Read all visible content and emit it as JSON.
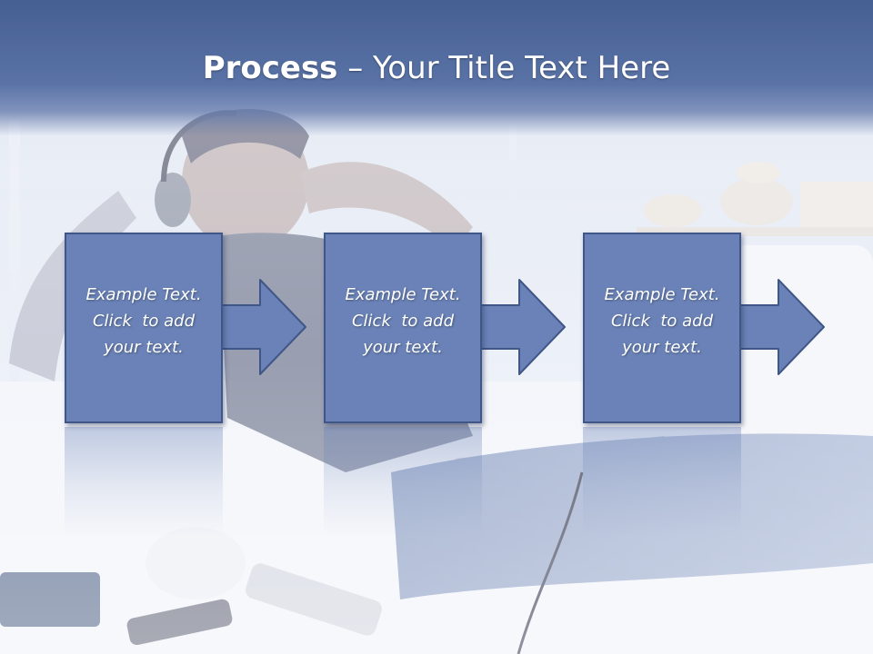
{
  "slide": {
    "title_bold": "Process",
    "title_rest": " – Your Title Text Here",
    "steps": [
      {
        "line1": "Example Text.",
        "line2": "Click  to add",
        "line3": "your text."
      },
      {
        "line1": "Example Text.",
        "line2": "Click  to add",
        "line3": "your text."
      },
      {
        "line1": "Example Text.",
        "line2": "Click  to add",
        "line3": "your text."
      }
    ],
    "colors": {
      "header": "#5a73a7",
      "box_fill": "#6a82b7",
      "box_border": "#3f5686",
      "text": "#ffffff"
    }
  }
}
